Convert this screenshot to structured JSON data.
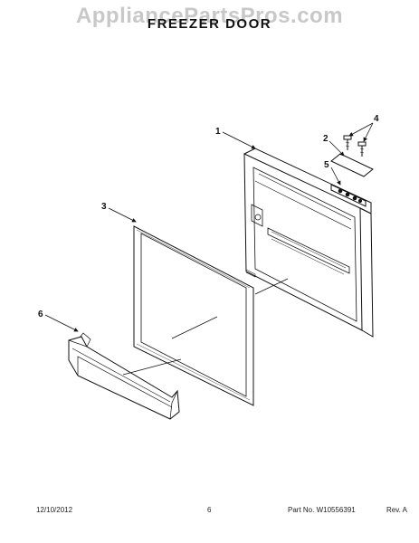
{
  "watermark": "AppliancePartsPros.com",
  "title": "FREEZER DOOR",
  "callouts": [
    "1",
    "2",
    "3",
    "4",
    "5",
    "6"
  ],
  "footer": {
    "date": "12/10/2012",
    "page": "6",
    "part_number": "Part No. W10556391",
    "revision": "Rev. A"
  }
}
